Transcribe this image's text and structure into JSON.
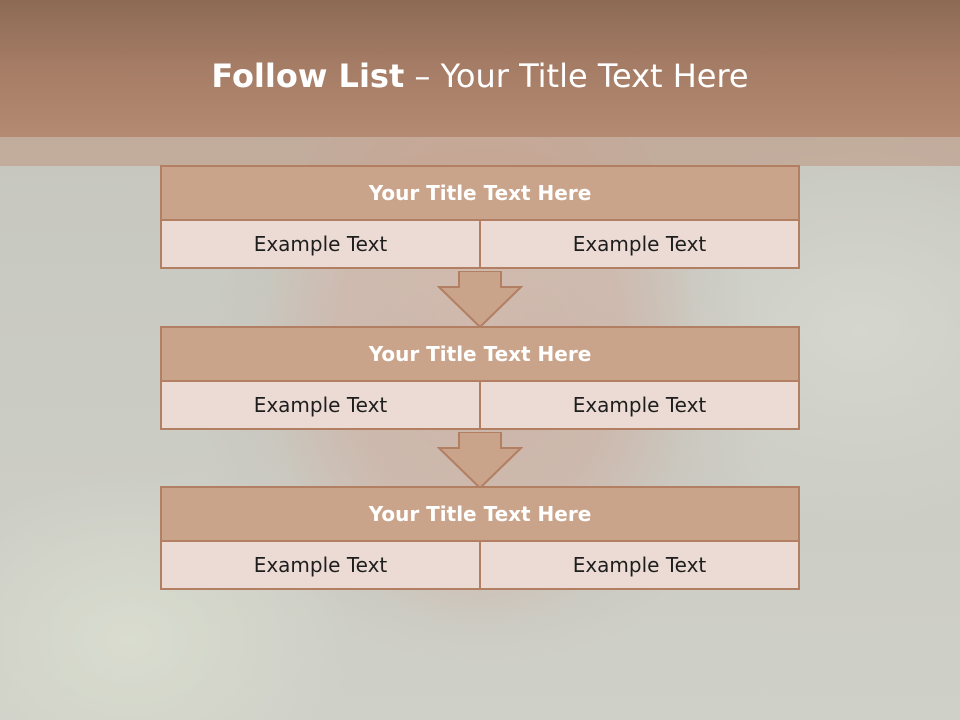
{
  "title": {
    "bold": "Follow List",
    "rest": " – Your Title Text Here"
  },
  "blocks": [
    {
      "title": "Your Title Text Here",
      "left": "Example Text",
      "right": "Example Text"
    },
    {
      "title": "Your Title Text Here",
      "left": "Example Text",
      "right": "Example Text"
    },
    {
      "title": "Your Title Text Here",
      "left": "Example Text",
      "right": "Example Text"
    }
  ],
  "colors": {
    "header": "#a47b64",
    "title_box": "#c9a38a",
    "cell_fill": "#ebdbd4",
    "border": "#b27f63",
    "arrow_fill": "#c9a38a"
  }
}
